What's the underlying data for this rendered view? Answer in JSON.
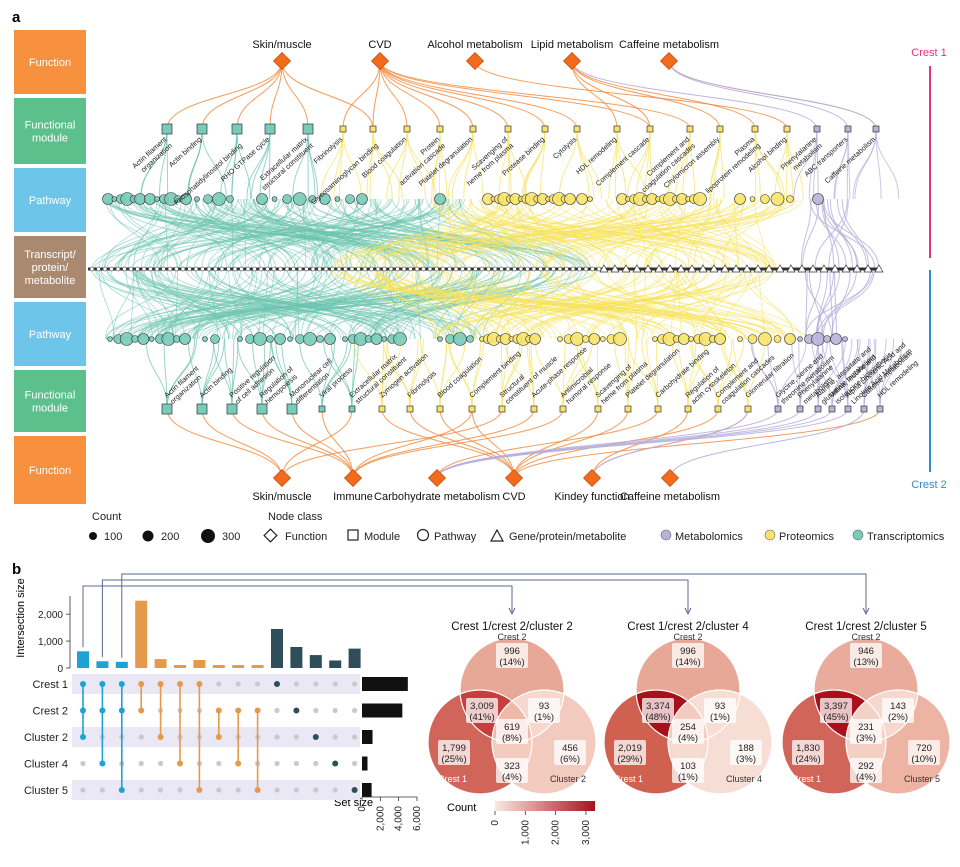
{
  "panel_a": {
    "label": "a",
    "rows": [
      {
        "label": "Function",
        "color": "#F7913D"
      },
      {
        "label": "Functional module",
        "color": "#5CC08D"
      },
      {
        "label": "Pathway",
        "color": "#6EC5EA"
      },
      {
        "label": "Transcript/ protein/ metabolite",
        "color": "#A98A71"
      },
      {
        "label": "Pathway",
        "color": "#6EC5EA"
      },
      {
        "label": "Functional module",
        "color": "#5CC08D"
      },
      {
        "label": "Function",
        "color": "#F7913D"
      }
    ],
    "crest1": {
      "label": "Crest 1",
      "color": "#E2357A"
    },
    "crest2": {
      "label": "Crest 2",
      "color": "#2F8CC9"
    },
    "top_functions": [
      "Skin/muscle",
      "CVD",
      "Alcohol metabolism",
      "Lipid metabolism",
      "Caffeine metabolism"
    ],
    "bottom_functions": [
      "Skin/muscle",
      "Immune",
      "Carbohydrate metabolism",
      "CVD",
      "Kindey function",
      "Caffeine metabolism"
    ],
    "top_modules": [
      "Actin filament organization",
      "Actin binding",
      "Phosphatidylinositol binding",
      "RHO GTPase cycle",
      "Extracellular matrix structural constituent",
      "Fibrinolysis",
      "Glycosaminoglycan binding",
      "Blood coagulation",
      "Protein activation cascade",
      "Platelet degranulation",
      "Scavenging of heme from plasma",
      "Protease binding",
      "Cytolysis",
      "HDL remodeling",
      "Complement cascade",
      "Complement and coagulation cascades",
      "Chylomicron assembly",
      "Plasma lipoprotein remodeling",
      "Alcohol binding",
      "Phenylalanine metabolism",
      "ABC transporters",
      "Caffeine metabolism"
    ],
    "bottom_modules": [
      "Actin filament organization",
      "Actin binding",
      "Positive regulation of cell adhesion",
      "Regulation of hemopoiesis",
      "Mononuclear cell differentiation",
      "Viral process",
      "Extracellular matrix structural constituent",
      "Zymogen activation",
      "Fibrinolysis",
      "Blood coagulation",
      "Complement binding",
      "Structural constituent of muscle",
      "Acute-phase response",
      "Antimicrobial humoral response",
      "Scavenging of heme from plasma",
      "Platelet degranulation",
      "Carbohydrate binding",
      "Regulation of actin cytoskeleton",
      "Complement and coagulation cascades",
      "Glomerular filtration",
      "Glycine, serine and threonine metabolism",
      "Phenylalanine metabolism",
      "Alanine, aspartate and glutamate metabolism",
      "Valine, leucine and isoleucine biosynthesis",
      "Alpha Linolenic Acid and Linoleic Acid Metabolism",
      "Caffeine metabolism",
      "HDL remodeling"
    ],
    "legend": {
      "count_title": "Count",
      "counts": [
        "100",
        "200",
        "300"
      ],
      "node_class_title": "Node class",
      "node_classes": [
        "Function",
        "Module",
        "Pathway",
        "Gene/protein/metabolite"
      ],
      "omics": [
        {
          "label": "Metabolomics",
          "color": "#B9B2D9"
        },
        {
          "label": "Proteomics",
          "color": "#F7E36A"
        },
        {
          "label": "Transcriptomics",
          "color": "#77CBB8"
        }
      ]
    },
    "colors": {
      "function": "#F26B1D",
      "transcript_edge": "#6CC4AE",
      "protein_edge": "#F6E25C",
      "metabolite_edge": "#B7AEDA"
    }
  },
  "panel_b": {
    "label": "b",
    "chart_data": {
      "type": "bar",
      "title": "",
      "ylabel": "Intersection size",
      "ylim": [
        0,
        2600
      ],
      "yticks": [
        "0",
        "1,000",
        "2,000"
      ],
      "sets": [
        "Crest 1",
        "Crest 2",
        "Cluster 2",
        "Cluster 4",
        "Cluster 5"
      ],
      "intersection_values": [
        620,
        250,
        230,
        2500,
        330,
        110,
        300,
        110,
        110,
        110,
        1450,
        780,
        480,
        280,
        720
      ],
      "intersection_colors": [
        "#1BA3D3",
        "#1BA3D3",
        "#1BA3D3",
        "#E59A4B",
        "#E59A4B",
        "#E59A4B",
        "#E59A4B",
        "#E59A4B",
        "#E59A4B",
        "#E59A4B",
        "#2F4E5A",
        "#2F4E5A",
        "#2F4E5A",
        "#2F4E5A",
        "#2F4E5A"
      ],
      "intersection_members": [
        [
          0,
          1,
          2
        ],
        [
          0,
          1,
          3
        ],
        [
          0,
          1,
          4
        ],
        [
          0,
          1
        ],
        [
          0,
          2
        ],
        [
          0,
          3
        ],
        [
          0,
          4
        ],
        [
          1,
          2
        ],
        [
          1,
          3
        ],
        [
          1,
          4
        ],
        [
          0
        ],
        [
          1
        ],
        [
          2
        ],
        [
          3
        ],
        [
          4
        ]
      ],
      "set_sizes": [
        5000,
        4400,
        1150,
        600,
        1050
      ],
      "set_size_label": "Set size",
      "set_size_ticks": [
        "0",
        "2,000",
        "4,000",
        "6,000"
      ],
      "set_size_lim": [
        0,
        6000
      ]
    },
    "venns": [
      {
        "title": "Crest 1/crest 2/cluster 2",
        "third": "Cluster 2",
        "regions": {
          "a": [
            "1,799",
            "(25%)"
          ],
          "b": [
            "996",
            "(14%)"
          ],
          "c": [
            "456",
            "(6%)"
          ],
          "ab": [
            "3,009",
            "(41%)"
          ],
          "bc": [
            "93",
            "(1%)"
          ],
          "ac": [
            "323",
            "(4%)"
          ],
          "abc": [
            "619",
            "(8%)"
          ]
        },
        "fills": {
          "a": "#D2655A",
          "b": "#E8A898",
          "c": "#F3CBBE",
          "ab": "#C63F3E",
          "bc": "#F6D8CE",
          "ac": "#F3CCBF",
          "abc": "#EFB9AA"
        }
      },
      {
        "title": "Crest 1/crest 2/cluster 4",
        "third": "Cluster 4",
        "regions": {
          "a": [
            "2,019",
            "(29%)"
          ],
          "b": [
            "996",
            "(14%)"
          ],
          "c": [
            "188",
            "(3%)"
          ],
          "ab": [
            "3,374",
            "(48%)"
          ],
          "bc": [
            "93",
            "(1%)"
          ],
          "ac": [
            "103",
            "(1%)"
          ],
          "abc": [
            "254",
            "(4%)"
          ]
        },
        "fills": {
          "a": "#D0604F",
          "b": "#E8A898",
          "c": "#F7DED5",
          "ab": "#A8101C",
          "bc": "#F7DED5",
          "ac": "#F6DBD1",
          "abc": "#F3CCBF"
        }
      },
      {
        "title": "Crest 1/crest 2/cluster 5",
        "third": "Cluster 5",
        "regions": {
          "a": [
            "1,830",
            "(24%)"
          ],
          "b": [
            "946",
            "(13%)"
          ],
          "c": [
            "720",
            "(10%)"
          ],
          "ab": [
            "3,397",
            "(45%)"
          ],
          "bc": [
            "143",
            "(2%)"
          ],
          "ac": [
            "292",
            "(4%)"
          ],
          "abc": [
            "231",
            "(3%)"
          ]
        },
        "fills": {
          "a": "#D2655A",
          "b": "#E9AC9C",
          "c": "#EDB4A3",
          "ab": "#A8101C",
          "bc": "#F6D8CE",
          "ac": "#F4CFC3",
          "abc": "#F4D1C5"
        }
      }
    ],
    "venn_set_labels": {
      "a": "Crest 1",
      "b": "Crest 2"
    },
    "count_bar": {
      "title": "Count",
      "ticks": [
        "0",
        "1,000",
        "2,000",
        "3,000"
      ],
      "from": "#FBE9E3",
      "to": "#A8101C"
    }
  }
}
